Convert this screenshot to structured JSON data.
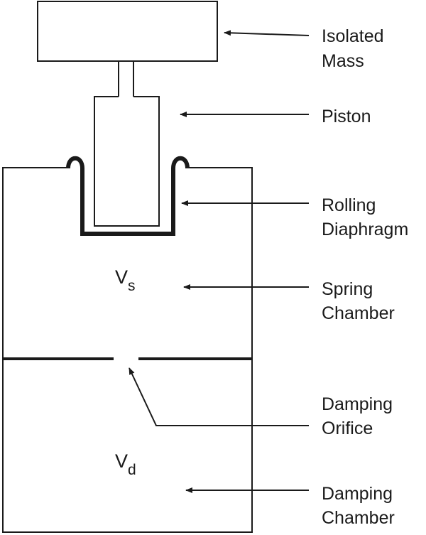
{
  "labels": {
    "isolated_mass": [
      "Isolated",
      "Mass"
    ],
    "piston": [
      "Piston"
    ],
    "rolling_diaphragm": [
      "Rolling",
      "Diaphragm"
    ],
    "spring_chamber": [
      "Spring",
      "Chamber"
    ],
    "damping_orifice": [
      "Damping",
      "Orifice"
    ],
    "damping_chamber": [
      "Damping",
      "Chamber"
    ]
  },
  "variables": {
    "vs": {
      "base": "V",
      "sub": "s"
    },
    "vd": {
      "base": "V",
      "sub": "d"
    }
  },
  "colors": {
    "stroke": "#1a1a1a",
    "background": "#ffffff"
  }
}
